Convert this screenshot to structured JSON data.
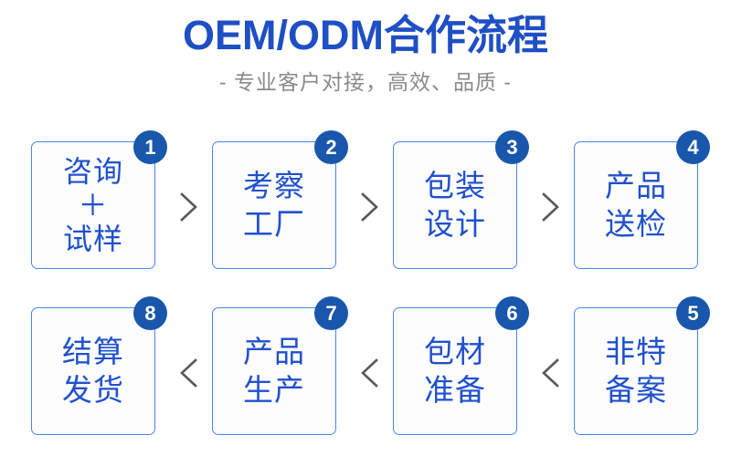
{
  "header": {
    "title": "OEM/ODM合作流程",
    "subtitle": "- 专业客户对接，高效、品质 -",
    "title_color": "#1f4fc4",
    "subtitle_color": "#8a8a8a"
  },
  "theme": {
    "box_border": "#4a86e8",
    "box_background": "#fdfdfe",
    "box_text": "#2050cc",
    "badge_background": "#1857ab",
    "badge_text": "#ffffff",
    "chevron_color": "#595959",
    "page_background": "#ffffff"
  },
  "flow": {
    "rows": [
      {
        "direction": "right",
        "chevron_glyph": ">",
        "steps": [
          {
            "number": "1",
            "label": "咨询\n＋\n试样",
            "multiline": true
          },
          {
            "number": "2",
            "label": "考察\n工厂",
            "multiline": false
          },
          {
            "number": "3",
            "label": "包装\n设计",
            "multiline": false
          },
          {
            "number": "4",
            "label": "产品\n送检",
            "multiline": false
          }
        ]
      },
      {
        "direction": "left",
        "chevron_glyph": "<",
        "steps": [
          {
            "number": "8",
            "label": "结算\n发货",
            "multiline": false
          },
          {
            "number": "7",
            "label": "产品\n生产",
            "multiline": false
          },
          {
            "number": "6",
            "label": "包材\n准备",
            "multiline": false
          },
          {
            "number": "5",
            "label": "非特\n备案",
            "multiline": false
          }
        ]
      }
    ]
  }
}
